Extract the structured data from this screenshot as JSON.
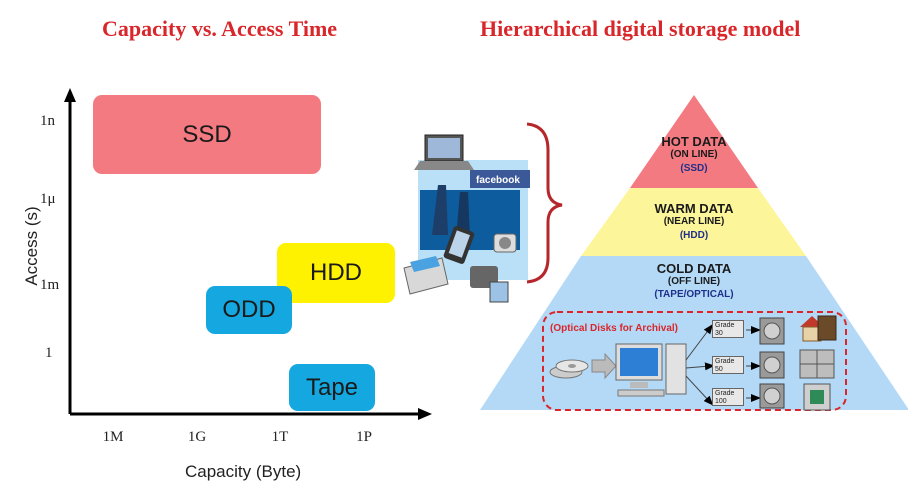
{
  "titles": {
    "left": "Capacity vs. Access Time",
    "right": "Hierarchical digital storage model"
  },
  "chart_data": {
    "type": "range-diagram",
    "xlabel": "Capacity (Byte)",
    "ylabel": "Access (s)",
    "x_ticks": [
      "1M",
      "1G",
      "1T",
      "1P"
    ],
    "y_ticks": [
      "1n",
      "1μ",
      "1m",
      "1"
    ],
    "regions": [
      {
        "name": "SSD",
        "color": "#f47a82"
      },
      {
        "name": "HDD",
        "color": "#fff200"
      },
      {
        "name": "ODD",
        "color": "#15a8e0"
      },
      {
        "name": "Tape",
        "color": "#15a8e0"
      }
    ]
  },
  "pyramid": {
    "hot": {
      "name": "HOT DATA",
      "sub": "(ON LINE)",
      "store": "(SSD)",
      "color": "#f47a82"
    },
    "warm": {
      "name": "WARM DATA",
      "sub": "(NEAR LINE)",
      "store": "(HDD)",
      "color": "#fdf59a"
    },
    "cold": {
      "name": "COLD DATA",
      "sub": "(OFF LINE)",
      "store": "(TAPE/OPTICAL)",
      "color": "#b3d9f7"
    },
    "archival_label": "(Optical Disks for Archival)",
    "grades": [
      "Grade 30",
      "Grade 50",
      "Grade 100"
    ]
  },
  "illustration": {
    "facebook_text": "facebook"
  }
}
